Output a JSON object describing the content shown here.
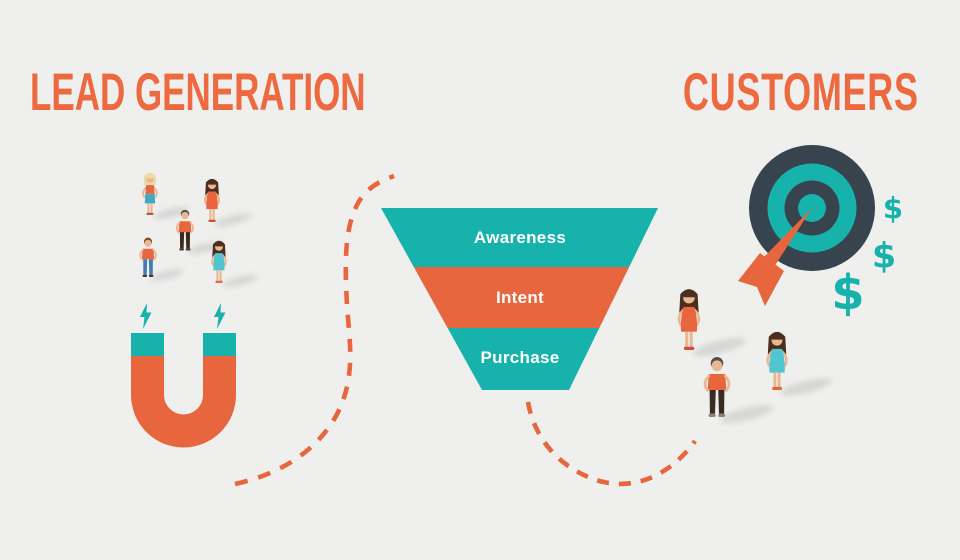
{
  "titles": {
    "lead_generation": "LEAD GENERATION",
    "customers": "CUSTOMERS"
  },
  "funnel": {
    "stages": [
      {
        "label": "Awareness",
        "color": "#17B2AB"
      },
      {
        "label": "Intent",
        "color": "#E8663D"
      },
      {
        "label": "Purchase",
        "color": "#17B2AB"
      }
    ]
  },
  "dollar_signs": {
    "small": "$",
    "medium": "$",
    "large": "$"
  },
  "icons": {
    "magnet": "magnet-icon",
    "lightning": "lightning-icon",
    "target": "target-icon",
    "dart": "dart-icon",
    "dollar": "dollar-icon",
    "flow": "dashed-flow-line"
  },
  "groups": {
    "leads": {
      "people_count": 5
    },
    "customers": {
      "people_count": 3
    }
  },
  "colors": {
    "background": "#EFEFEE",
    "orange": "#E8663D",
    "title_orange": "#ED6A40",
    "teal": "#17B2AB",
    "light_teal": "#52C6D0",
    "steel_teal": "#3FA9C4",
    "jeans_blue": "#4579B2",
    "dark_slate": "#37434D",
    "skin": "#E9B893",
    "funnel_label_color": "#FFFFFF"
  }
}
